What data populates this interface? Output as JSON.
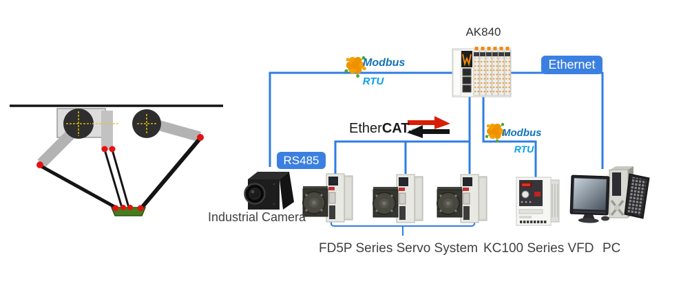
{
  "labels": {
    "ak840": "AK840",
    "industrial_camera": "Industrial Camera",
    "servo_system": "FD5P Series Servo System",
    "vfd": "KC100 Series VFD",
    "pc": "PC"
  },
  "badges": {
    "ethernet": "Ethernet",
    "rs485": "RS485"
  },
  "protocols": {
    "modbus": "Modbus",
    "rtu": "RTU",
    "ethercat": {
      "light": "Ether",
      "bold": "CAT.",
      "reg": "®"
    }
  },
  "diagram": {
    "servo_unit_count": 3,
    "connections": [
      {
        "from": "AK840",
        "to": "Industrial Camera",
        "protocol": "Modbus RTU / RS485"
      },
      {
        "from": "AK840",
        "to": "FD5P Series Servo System",
        "protocol": "EtherCAT"
      },
      {
        "from": "AK840",
        "to": "KC100 Series VFD",
        "protocol": "Modbus RTU"
      },
      {
        "from": "AK840",
        "to": "PC",
        "protocol": "Ethernet"
      }
    ]
  },
  "icons": {
    "delta-robot-illustration": "two-arm delta robot hanging from ceiling rail",
    "plc-icon": "AK840 controller with I/O modules",
    "camera-icon": "black industrial box camera",
    "servo-unit-icon": "servo drive with motor",
    "vfd-icon": "frequency inverter",
    "pc-icon": "desktop computer with monitor, tower, keyboard",
    "modbus-star-icon": "orange molecule star logo",
    "ethercat-arrows-icon": "red and black exchange arrows"
  },
  "colors": {
    "line_blue": "#2e7de2",
    "badge_blue": "#3b80e0",
    "modbus_blue": "#1173b8",
    "rtu_blue": "#0aa0e8",
    "ethercat_red": "#d81e05",
    "text_dark": "#3f3f3f",
    "platform_green": "#467c1d",
    "joint_red": "#e31212"
  }
}
